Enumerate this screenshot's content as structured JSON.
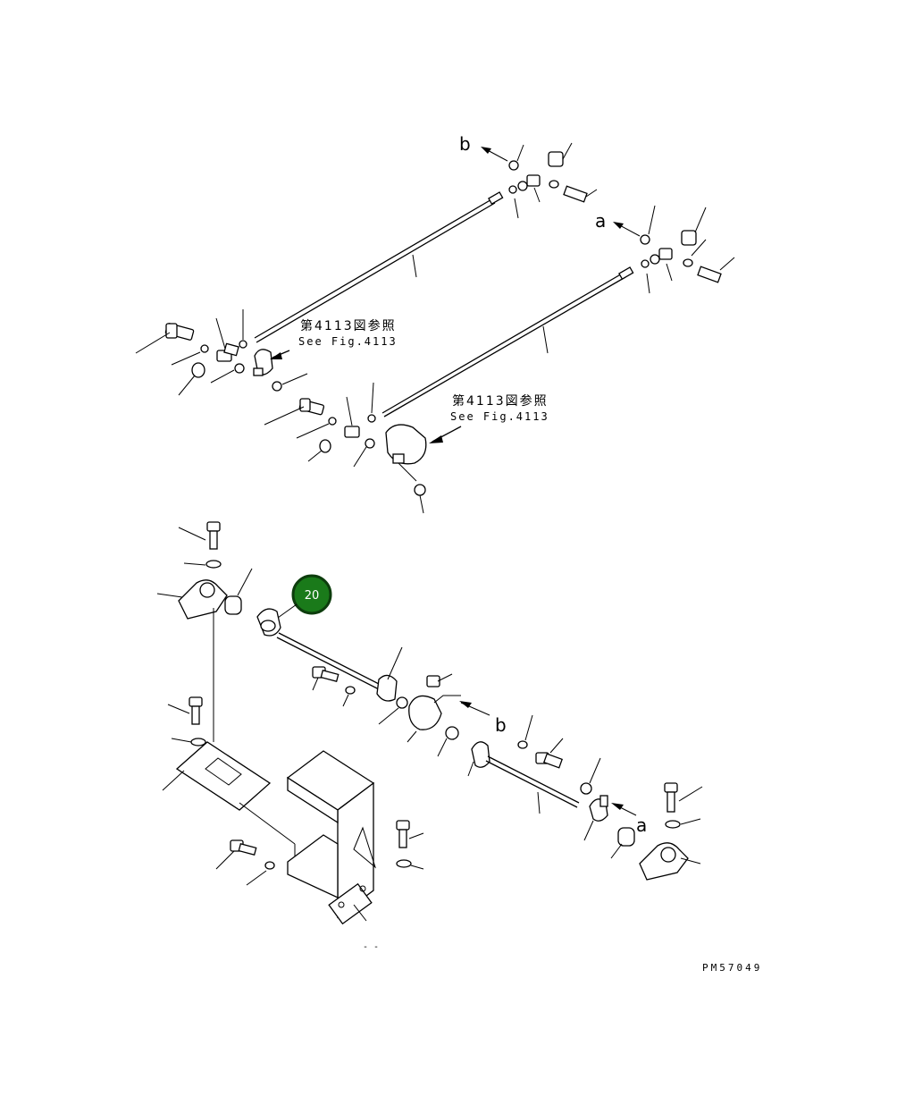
{
  "diagram": {
    "drawing_id": "PM57049",
    "callout_number": "20",
    "callout_color": "#1a7a1a",
    "ref_labels": {
      "b_top": "b",
      "a_top": "a",
      "b_bottom": "b",
      "a_bottom": "a"
    },
    "notes": [
      {
        "jp": "第4113図参照",
        "en": "See Fig.4113"
      },
      {
        "jp": "第4113図参照",
        "en": "See Fig.4113"
      }
    ]
  }
}
